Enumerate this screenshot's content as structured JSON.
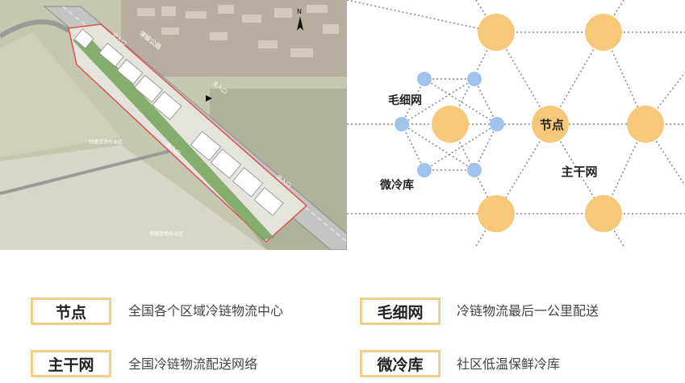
{
  "map": {
    "labels": {
      "road": "津榆公路",
      "entrance_north": "北入口",
      "entrance_main": "主入口",
      "entrance_middle": "北入口",
      "entrance_south": "北入口",
      "rail_area_upper": "铁路货场作业区",
      "rail_area_lower": "铁路货场作业区",
      "compass": "N"
    },
    "colors": {
      "field": "#bdbfa4",
      "road": "#c9c9c7",
      "site_line": "#e05050",
      "green": "#74a35a"
    }
  },
  "diagram": {
    "labels": {
      "capillary": "毛细网",
      "node": "节点",
      "micro_storage": "微冷库",
      "trunk": "主干网"
    },
    "colors": {
      "node": "#f5c979",
      "micro": "#9fc3ea",
      "line": "#8a8a8a"
    }
  },
  "legend": [
    {
      "term": "节点",
      "desc": "全国各个区域冷链物流中心"
    },
    {
      "term": "毛细网",
      "desc": "冷链物流最后一公里配送"
    },
    {
      "term": "主干网",
      "desc": "全国冷链物流配送网络"
    },
    {
      "term": "微冷库",
      "desc": "社区低温保鲜冷库"
    }
  ]
}
